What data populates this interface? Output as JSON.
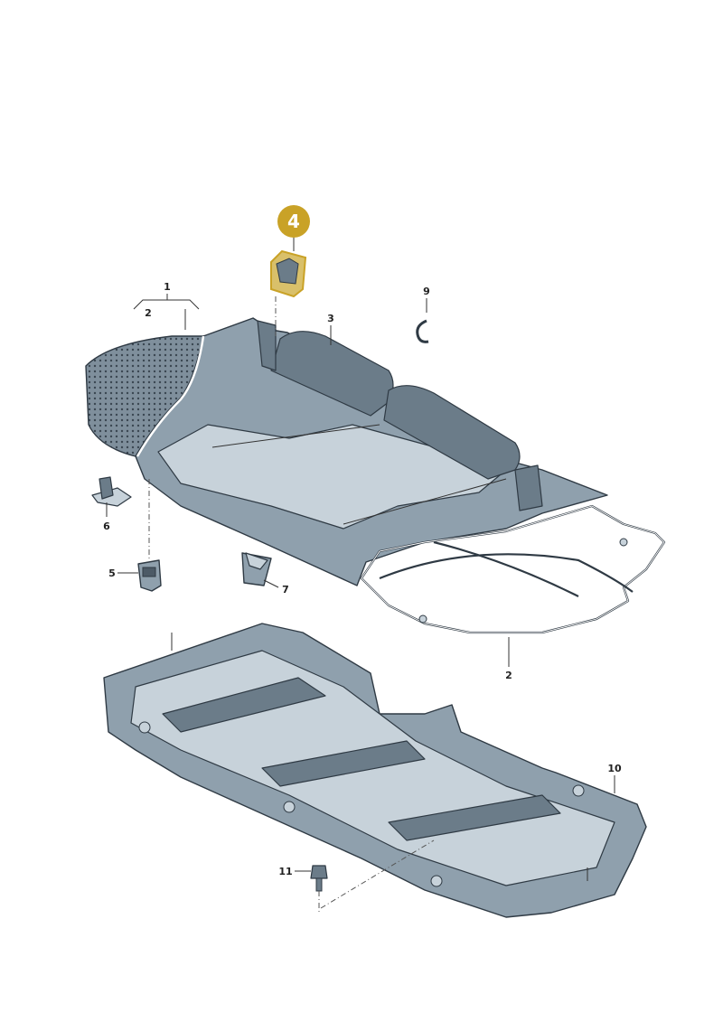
{
  "callouts": {
    "c1": "1",
    "c2_top": "2",
    "c3": "3",
    "c4": "4",
    "c5": "5",
    "c6": "6",
    "c7": "7",
    "c9": "9",
    "c2_bottom": "2",
    "c10": "10",
    "c11": "11"
  },
  "colors": {
    "highlight": "#c9a227",
    "part_fill": "#8fa0ad",
    "outline": "#2f3a44"
  }
}
